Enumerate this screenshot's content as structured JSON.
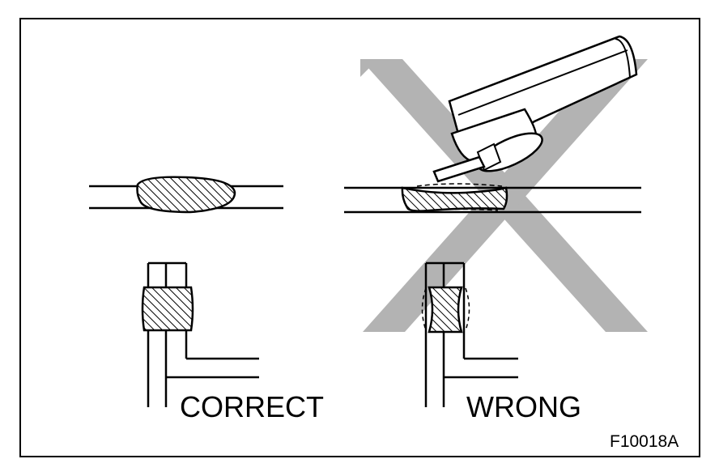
{
  "labels": {
    "correct": "CORRECT",
    "wrong": "WRONG",
    "figure_code": "F10018A"
  },
  "colors": {
    "line": "#000000",
    "background": "#ffffff",
    "cross_gray": "#b3b3b3",
    "tool_fill": "#ffffff"
  },
  "icons": {
    "cross": "large-x-mark",
    "tool": "grinder-tool-icon"
  }
}
